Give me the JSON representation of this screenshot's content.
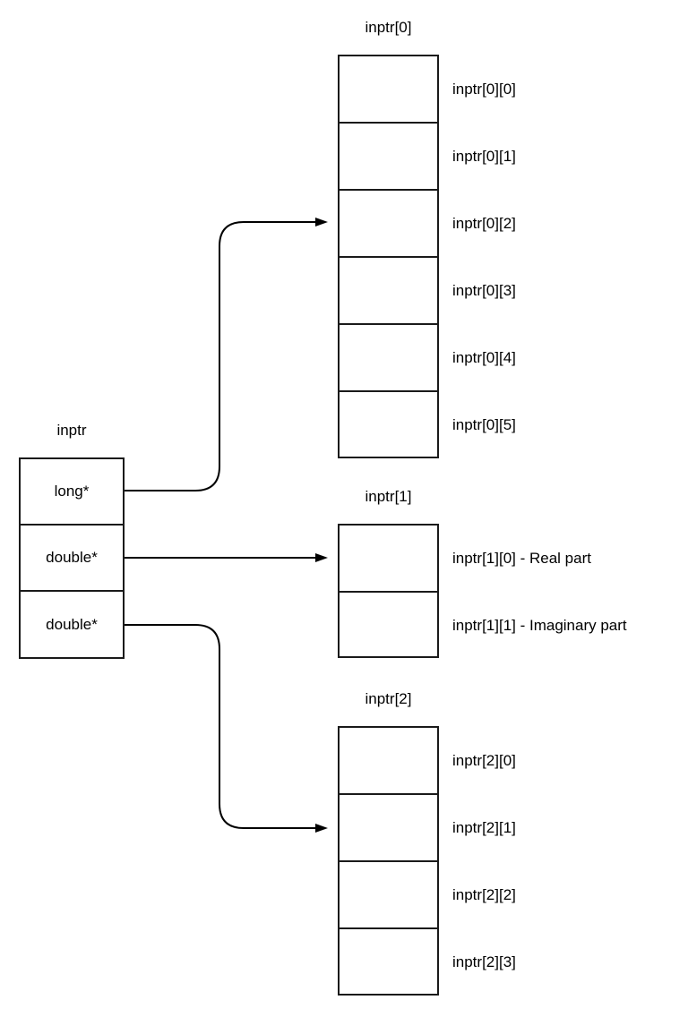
{
  "diagram": {
    "title_struct": "inptr",
    "struct": {
      "name": "inptr",
      "fields": [
        {
          "type_label": "long*"
        },
        {
          "type_label": "double*"
        },
        {
          "type_label": "double*"
        }
      ]
    },
    "arrays": [
      {
        "title": "inptr[0]",
        "cells": [
          {
            "label": "inptr[0][0]"
          },
          {
            "label": "inptr[0][1]"
          },
          {
            "label": "inptr[0][2]"
          },
          {
            "label": "inptr[0][3]"
          },
          {
            "label": "inptr[0][4]"
          },
          {
            "label": "inptr[0][5]"
          }
        ]
      },
      {
        "title": "inptr[1]",
        "cells": [
          {
            "label": "inptr[1][0] - Real part"
          },
          {
            "label": "inptr[1][1] - Imaginary part"
          }
        ]
      },
      {
        "title": "inptr[2]",
        "cells": [
          {
            "label": "inptr[2][0]"
          },
          {
            "label": "inptr[2][1]"
          },
          {
            "label": "inptr[2][2]"
          },
          {
            "label": "inptr[2][3]"
          }
        ]
      }
    ],
    "colors": {
      "stroke": "#1a1a1a",
      "arrow": "#000000",
      "text": "#000000",
      "background": "#ffffff"
    }
  }
}
